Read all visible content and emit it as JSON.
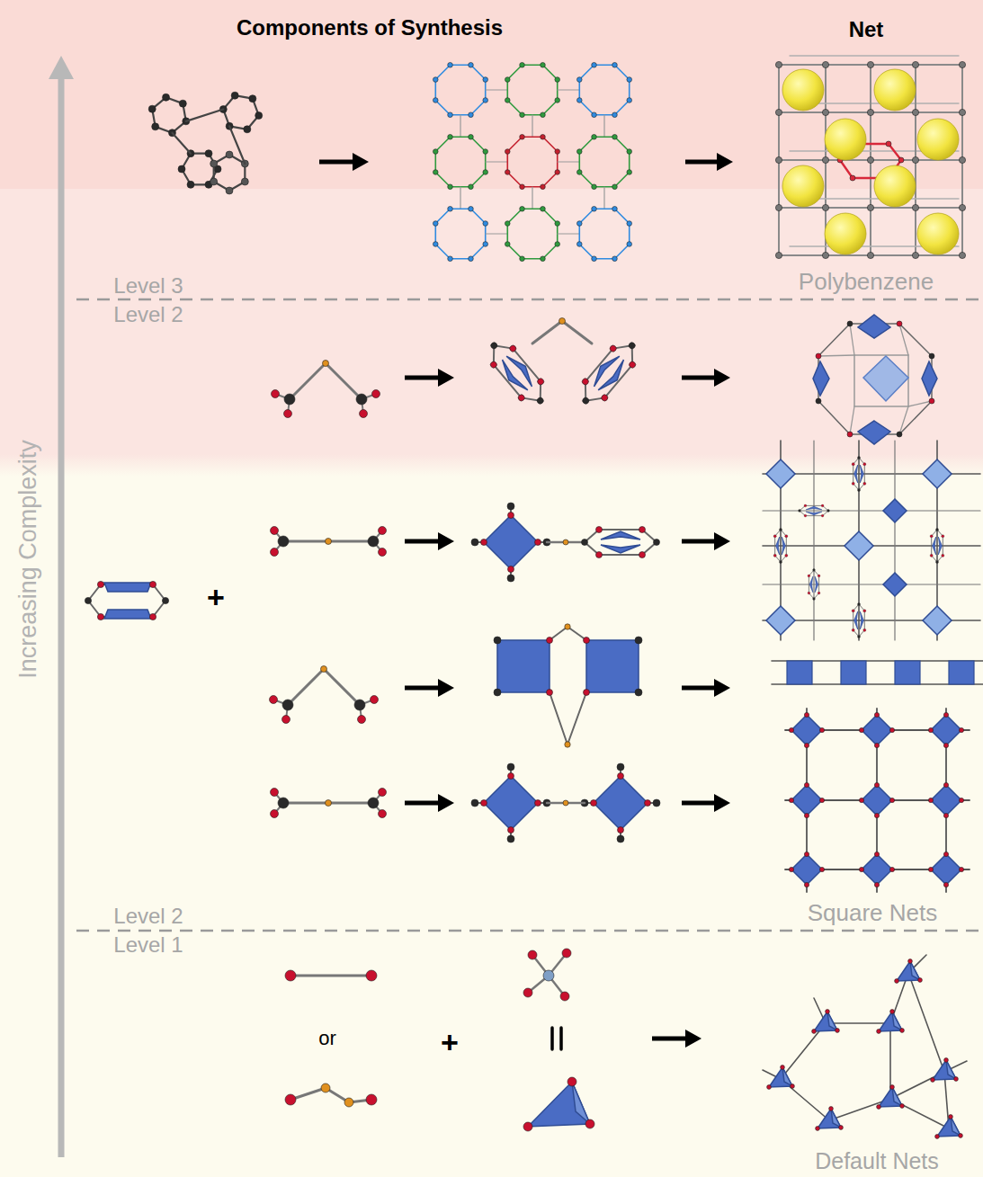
{
  "diagram": {
    "labels": [
      "Components of Synthesis",
      "Net",
      "Increasing Complexity",
      "Level 3",
      "Level 2",
      "Level 2",
      "Level 1",
      "Polybenzene",
      "Square Nets",
      "Default Nets",
      "+",
      "or",
      "+"
    ]
  }
}
